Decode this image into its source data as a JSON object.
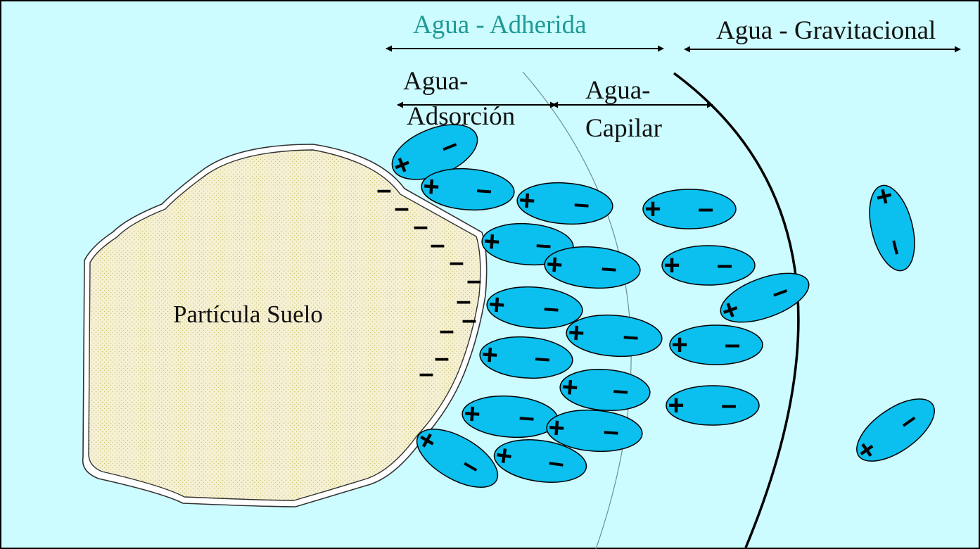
{
  "labels": {
    "adherida": "Agua - Adherida",
    "gravitacional": "Agua - Gravitacional",
    "adsorcion": "Agua-\nAdsorción",
    "capilar": "Agua-\nCapilar",
    "particula": "Partícula Suelo"
  },
  "signs": {
    "plus": "+",
    "minus": "–"
  },
  "colors": {
    "background": "#ccfcff",
    "molecule": "#0bbfee",
    "particle_fill": "#f6f0d4",
    "particle_dots": "#c9c470",
    "title_accent": "#1f9a96"
  }
}
